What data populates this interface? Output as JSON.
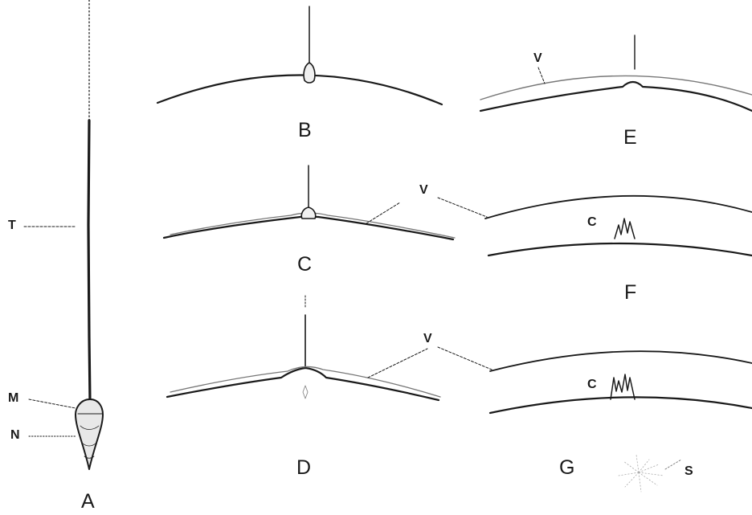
{
  "panels": {
    "a": "A",
    "b": "B",
    "c": "C",
    "d": "D",
    "e": "E",
    "f": "F",
    "g": "G"
  },
  "parts": {
    "tail": "T",
    "middle_piece": "M",
    "nucleus": "N",
    "vitelline_membrane_c": "V",
    "vitelline_membrane_d": "V",
    "vitelline_membrane_e": "V",
    "cone_f": "C",
    "cone_g": "C",
    "sperm_aster": "S"
  },
  "colors": {
    "ink": "#1a1a1a",
    "membrane": "#777777"
  }
}
